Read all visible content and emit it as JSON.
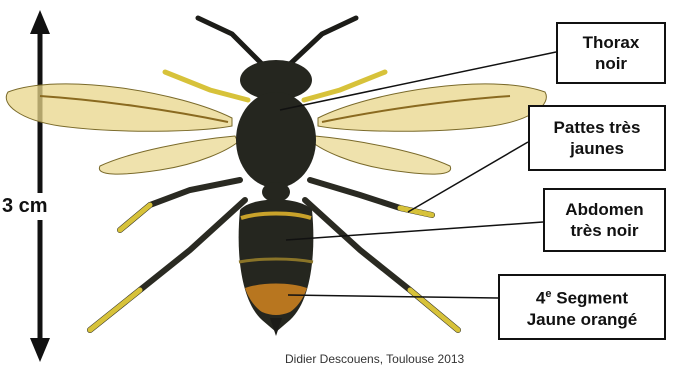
{
  "scale": {
    "label": "3 cm"
  },
  "labels": [
    {
      "line1": "Thorax",
      "line2": "noir"
    },
    {
      "line1": "Pattes très",
      "line2": "jaunes"
    },
    {
      "line1": "Abdomen",
      "line2": "très noir"
    },
    {
      "line1": "4e Segment",
      "line2": "Jaune orangé"
    }
  ],
  "credit": "Didier Descouens, Toulouse 2013",
  "colors": {
    "body": "#25261f",
    "legs": "#d7c23a",
    "wings": "#e8d68a",
    "stripe": "#c9a22a",
    "segment": "#b8761f"
  }
}
